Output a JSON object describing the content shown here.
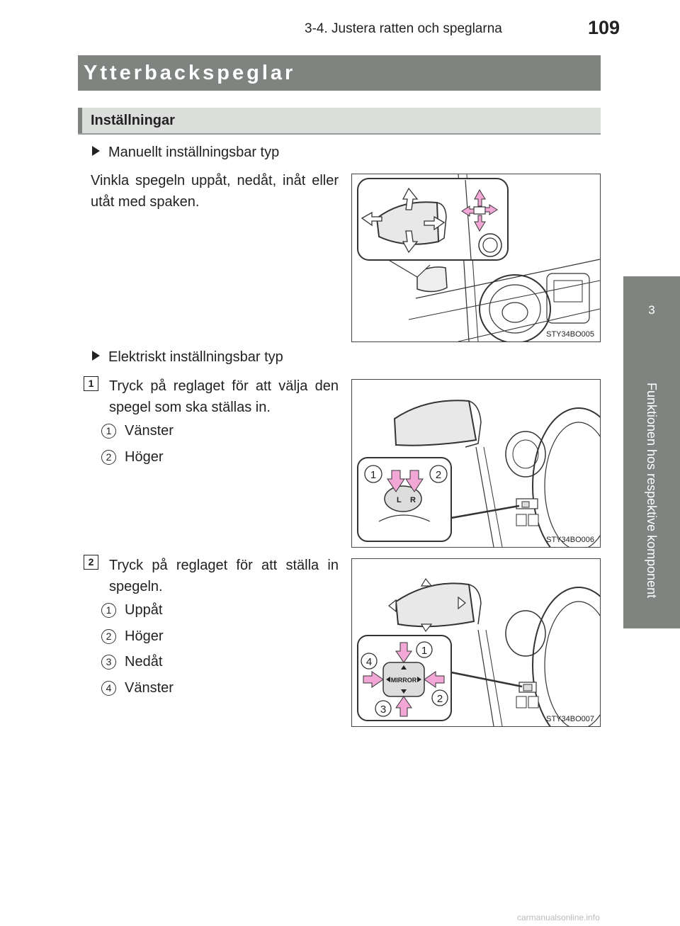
{
  "header": {
    "section": "3-4. Justera ratten och speglarna",
    "page_number": "109"
  },
  "side_tab": {
    "chapter_number": "3",
    "chapter_title": "Funktionen hos respektive komponent"
  },
  "title": "Ytterbackspeglar",
  "subtitle": "Inställningar",
  "manual": {
    "heading": "Manuellt inställningsbar typ",
    "text": "Vinkla spegeln uppåt, nedåt, inåt eller utåt med spaken.",
    "figure_code": "STY34BO005"
  },
  "electric": {
    "heading": "Elektriskt inställningsbar typ",
    "step1": {
      "number": "1",
      "text": "Tryck på reglaget för att välja den spegel som ska ställas in.",
      "items": [
        {
          "num": "1",
          "label": "Vänster"
        },
        {
          "num": "2",
          "label": "Höger"
        }
      ],
      "figure_code": "STY34BO006",
      "switch_labels": {
        "left": "L",
        "right": "R"
      },
      "callouts": [
        "1",
        "2"
      ]
    },
    "step2": {
      "number": "2",
      "text": "Tryck på reglaget för att ställa in spegeln.",
      "items": [
        {
          "num": "1",
          "label": "Uppåt"
        },
        {
          "num": "2",
          "label": "Höger"
        },
        {
          "num": "3",
          "label": "Nedåt"
        },
        {
          "num": "4",
          "label": "Vänster"
        }
      ],
      "figure_code": "STY34BO007",
      "switch_label": "MIRROR",
      "callouts": [
        "1",
        "2",
        "3",
        "4"
      ]
    }
  },
  "footer": "carmanualsonline.info",
  "colors": {
    "title_bar": "#7f8480",
    "subtitle_bar": "#dcdedc",
    "arrow_pink": "#f2a7d6"
  }
}
